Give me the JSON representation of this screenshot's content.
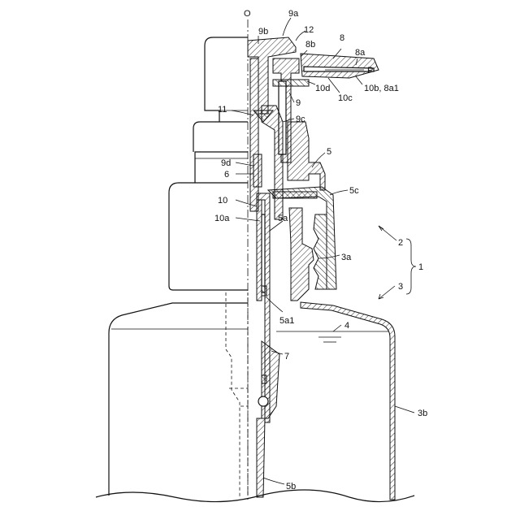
{
  "figure": {
    "labels": {
      "O": "O",
      "9a": "9a",
      "9b": "9b",
      "12": "12",
      "8b": "8b",
      "8": "8",
      "8a": "8a",
      "P": "P",
      "10d": "10d",
      "10c": "10c",
      "10b_8a1": "10b, 8a1",
      "9": "9",
      "11": "11",
      "9c": "9c",
      "5": "5",
      "9d": "9d",
      "6": "6",
      "5c": "5c",
      "10": "10",
      "10a": "10a",
      "5a": "5a",
      "2": "2",
      "1": "1",
      "3a": "3a",
      "3": "3",
      "5a1": "5a1",
      "4": "4",
      "7": "7",
      "3b": "3b",
      "5b": "5b"
    }
  }
}
